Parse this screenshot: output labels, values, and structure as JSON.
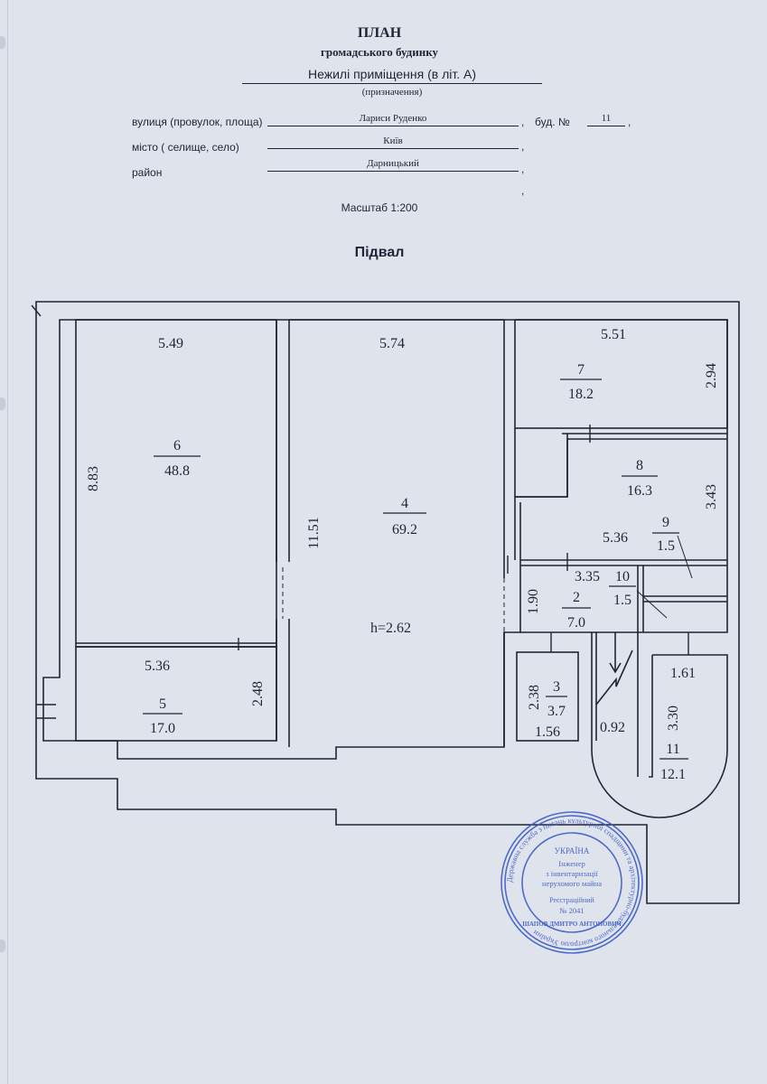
{
  "header": {
    "title": "ПЛАН",
    "subtitle": "громадського будинку",
    "purpose": "Нежилі приміщення (в літ. А)",
    "purpose_caption": "(призначення)"
  },
  "address": {
    "street_label": "вулиця (провулок, площа)",
    "street_value": "Лариси Руденко",
    "building_label": "буд. №",
    "building_value": "11",
    "city_label": "місто ( селище, село)",
    "city_value": "Київ",
    "district_label": "район",
    "district_value": "Дарницький",
    "comma": ","
  },
  "scale": "Масштаб 1:200",
  "floor": "Підвал",
  "plan": {
    "dims": {
      "r6_width": "5.49",
      "r6_length": "8.83",
      "r4_width": "5.74",
      "r4_length": "11.51",
      "r7_width": "5.51",
      "r7_length": "2.94",
      "r8_length": "3.43",
      "r9_width": "5.36",
      "r10_width": "3.35",
      "r2_length": "1.90",
      "r5_width": "5.36",
      "r5_length": "2.48",
      "r3_length": "2.38",
      "r3_width": "1.56",
      "stair_width": "0.92",
      "r11_width": "1.61",
      "r11_length": "3.30",
      "height": "h=2.62"
    },
    "rooms": [
      {
        "num": "6",
        "area": "48.8"
      },
      {
        "num": "4",
        "area": "69.2"
      },
      {
        "num": "7",
        "area": "18.2"
      },
      {
        "num": "8",
        "area": "16.3"
      },
      {
        "num": "9",
        "area": "1.5"
      },
      {
        "num": "10",
        "area": "1.5"
      },
      {
        "num": "2",
        "area": "7.0"
      },
      {
        "num": "5",
        "area": "17.0"
      },
      {
        "num": "3",
        "area": "3.7"
      },
      {
        "num": "11",
        "area": "12.1"
      }
    ]
  },
  "stamp": {
    "outer_text": "Державна служба з питань культурної спадщини та архітектурно-будівельного контролю України",
    "inner_1": "УКРАЇНА",
    "inner_2": "Інженер",
    "inner_3": "з інвентаризації",
    "inner_4": "нерухомого майна",
    "inner_5": "Реєстраційний",
    "inner_6": "№ 2041",
    "bottom_text": "ШАПОВ ДМИТРО АНТОНОВИЧ"
  },
  "colors": {
    "ink": "#1f2536",
    "paper": "#dfe3ec",
    "stamp": "#3f5dc6"
  }
}
